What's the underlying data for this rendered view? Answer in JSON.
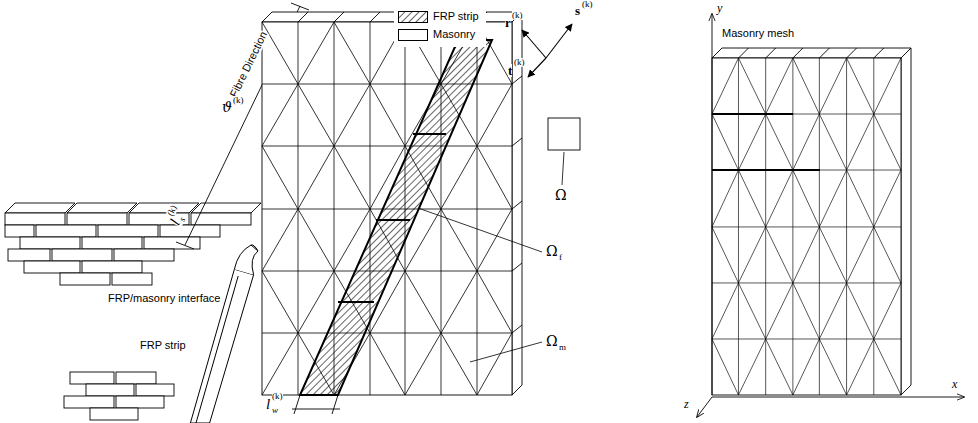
{
  "diagram": {
    "labels": [
      "Fibre Direction",
      "ϑ",
      "(k)",
      "l",
      "(k)",
      "s",
      "FRP/masonry interface",
      "FRP strip",
      "r",
      "(k)",
      "s",
      "(k)",
      "t",
      "(k)",
      "Ω",
      "Ω",
      "f",
      "Ω",
      "m",
      "l",
      "(k)",
      "w",
      "y",
      "x",
      "z",
      "Masonry mesh"
    ],
    "legend": [
      {
        "text": "FRP strip"
      },
      {
        "text": "Masonry",
        "color": "#ffffff"
      }
    ]
  }
}
